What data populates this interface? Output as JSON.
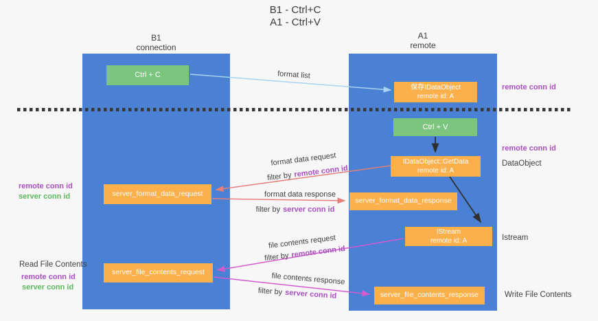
{
  "title": {
    "line1": "B1 - Ctrl+C",
    "line2": "A1 - Ctrl+V"
  },
  "lanes": {
    "left": {
      "name": "B1",
      "subtitle": "connection"
    },
    "right": {
      "name": "A1",
      "subtitle": "remote"
    }
  },
  "nodes": {
    "ctrl_c": "Ctrl + C",
    "ctrl_v": "Ctrl + V",
    "clipboard": {
      "line1": "保存IDataObject",
      "line2": "remote id: A"
    },
    "getdata": {
      "line1": "IDataObject::GetData",
      "line2": "remote id: A"
    },
    "istream": {
      "line1": "IStream",
      "line2": "remote id: A"
    },
    "format_request": "server_format_data_request",
    "format_response": "server_format_data_response",
    "file_request": "server_file_contents_request",
    "file_response": "server_file_contents_response"
  },
  "edge_labels": {
    "format_list": "format list",
    "format_data_request": "format data request",
    "format_data_response": "format data response",
    "file_contents_request": "file contents request",
    "file_contents_response": "file contents response",
    "filter_by": "filter by"
  },
  "conn_ids": {
    "remote": "remote conn id",
    "server": "server conn id"
  },
  "annotations": {
    "dataobject": "DataObject",
    "istream": "Istream",
    "read_file_contents": "Read File Contents",
    "write_file_contents": "Write File Contents"
  },
  "colors": {
    "lane_blue": "#4a81d4",
    "box_orange": "#fbb04c",
    "box_green": "#7cc57e",
    "arrow_lightblue": "#a9d3f2",
    "arrow_salmon": "#e57f78",
    "arrow_magenta": "#d45ace",
    "arrow_black": "#2f2f2f",
    "text_purple": "#a94fc0",
    "text_green": "#5cb85c"
  }
}
